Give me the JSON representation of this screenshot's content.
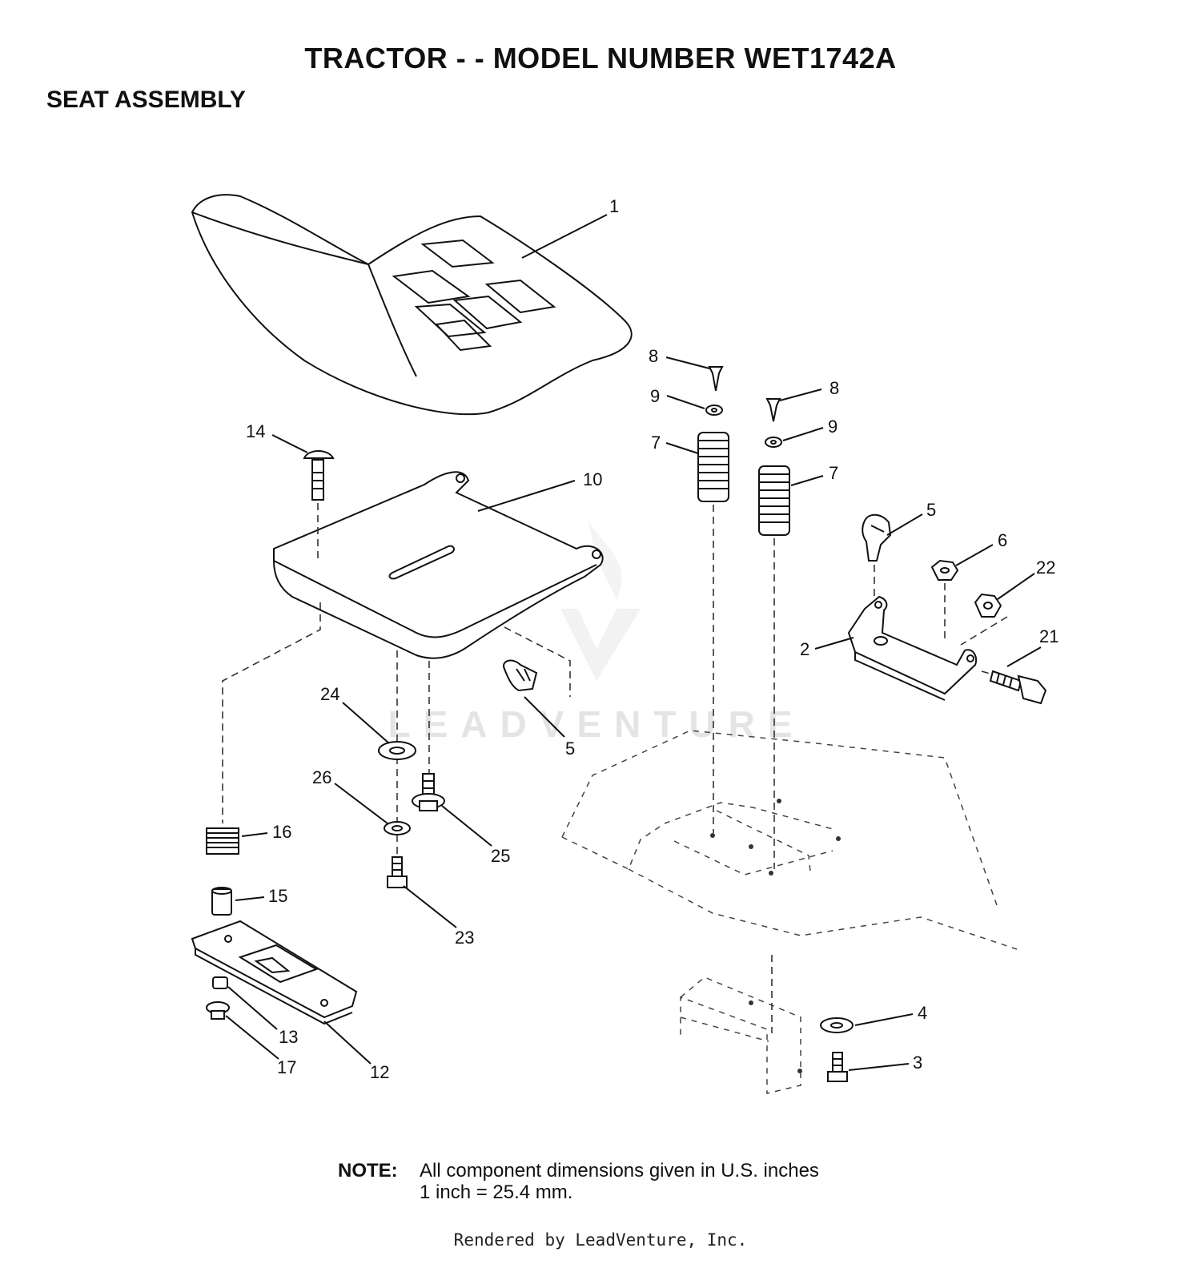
{
  "header": {
    "title": "TRACTOR - - MODEL NUMBER WET1742A",
    "section": "SEAT ASSEMBLY"
  },
  "watermark": {
    "text": "LEADVENTURE"
  },
  "callouts": [
    "1",
    "2",
    "3",
    "4",
    "5",
    "5",
    "6",
    "7",
    "7",
    "8",
    "8",
    "9",
    "9",
    "10",
    "12",
    "13",
    "14",
    "15",
    "16",
    "17",
    "21",
    "22",
    "23",
    "24",
    "25",
    "26"
  ],
  "note": {
    "label": "NOTE:",
    "line1": "All component dimensions given in U.S. inches",
    "line2": "1 inch = 25.4 mm."
  },
  "footer": {
    "text": "Rendered by LeadVenture, Inc."
  }
}
